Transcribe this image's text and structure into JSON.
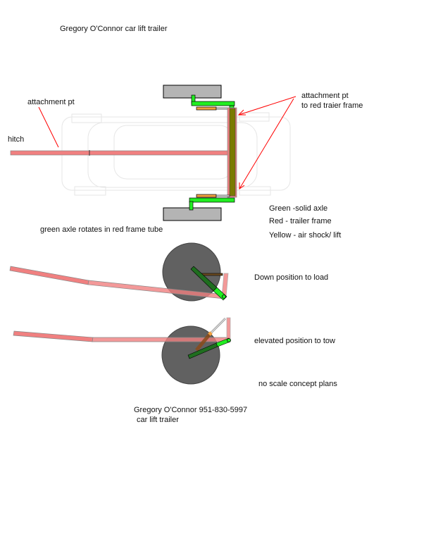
{
  "title": "Gregory O'Connor  car lift trailer",
  "top_view": {
    "attachment_left": "attachment pt",
    "hitch": "hitch",
    "attachment_right_1": "attachment pt",
    "attachment_right_2": "to red traier frame",
    "axle_note": "green axle rotates in red frame tube"
  },
  "legend": {
    "green": "Green -solid axle",
    "red": "Red - trailer frame",
    "yellow": "Yellow - air shock/ lift"
  },
  "side_views": {
    "down": "Down position to load",
    "elevated": "elevated position to tow",
    "note": "no scale concept plans"
  },
  "footer": {
    "contact": "Gregory O'Connor 951-830-5997",
    "subtitle": "car lift trailer"
  },
  "colors": {
    "frame": "#f08080",
    "axle": "#22ee22",
    "axle_dark": "#1f6e1f",
    "shock": "#f0a040",
    "tire": "#b4b4b4",
    "wheel": "#555555",
    "arrow": "#ff0000"
  }
}
